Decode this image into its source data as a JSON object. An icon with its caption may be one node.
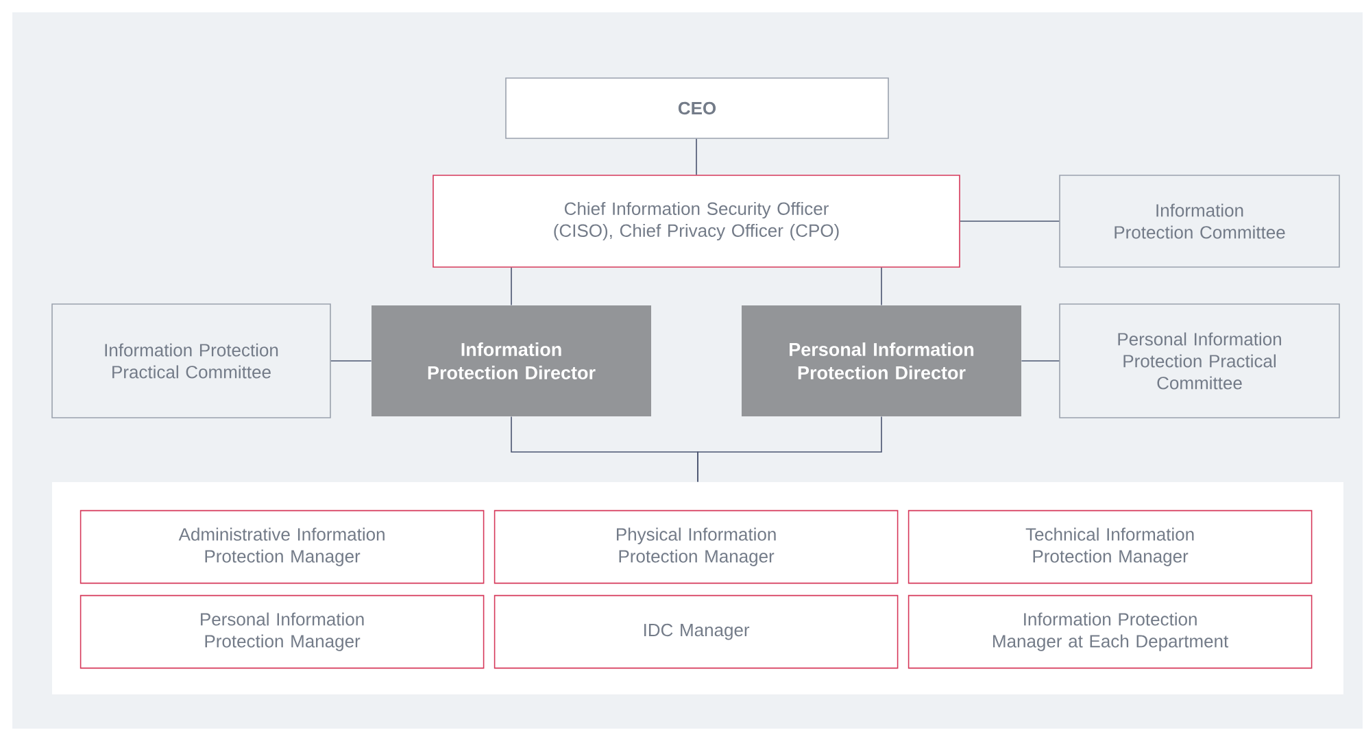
{
  "diagram": {
    "nodes": [
      {
        "text": [
          "CEO"
        ]
      },
      {
        "text": [
          "Chief Information Security Officer (CISO), Chief Privacy Officer (CPO)"
        ]
      },
      {
        "text": [
          "Information Protection Committee"
        ]
      },
      {
        "text": [
          "Information Protection Practical Committee"
        ]
      },
      {
        "text": [
          "Information Protection Director"
        ]
      },
      {
        "text": [
          "Personal Information Protection Director"
        ]
      },
      {
        "text": [
          "Personal Information Protection Practical Committee"
        ]
      },
      {
        "text": [],
        "shape": "box"
      },
      {
        "text": [
          "Administrative Information Protection Manager"
        ],
        "in": 7
      },
      {
        "text": [
          "Physical Information Protection Manager"
        ],
        "in": 7
      },
      {
        "text": [
          "Technical Information Protection Manager"
        ],
        "in": 7
      },
      {
        "text": [
          "Personal Information Protection Manager"
        ],
        "in": 7
      },
      {
        "text": [
          "IDC Manager"
        ],
        "in": 7
      },
      {
        "text": [
          "Information Protection Manager at Each Department"
        ],
        "in": 7
      }
    ],
    "edges": [
      {
        "from": 0,
        "to": 1,
        "arrow": "none"
      },
      {
        "from": 1,
        "to": 2,
        "arrow": "none"
      },
      {
        "from": 1,
        "to": 4,
        "arrow": "none"
      },
      {
        "from": 1,
        "to": 5,
        "arrow": "none"
      },
      {
        "from": 3,
        "to": 4,
        "arrow": "none"
      },
      {
        "from": 5,
        "to": 6,
        "arrow": "none"
      },
      {
        "from": 4,
        "to": 7,
        "arrow": "none"
      },
      {
        "from": 5,
        "to": 7,
        "arrow": "none"
      }
    ]
  }
}
